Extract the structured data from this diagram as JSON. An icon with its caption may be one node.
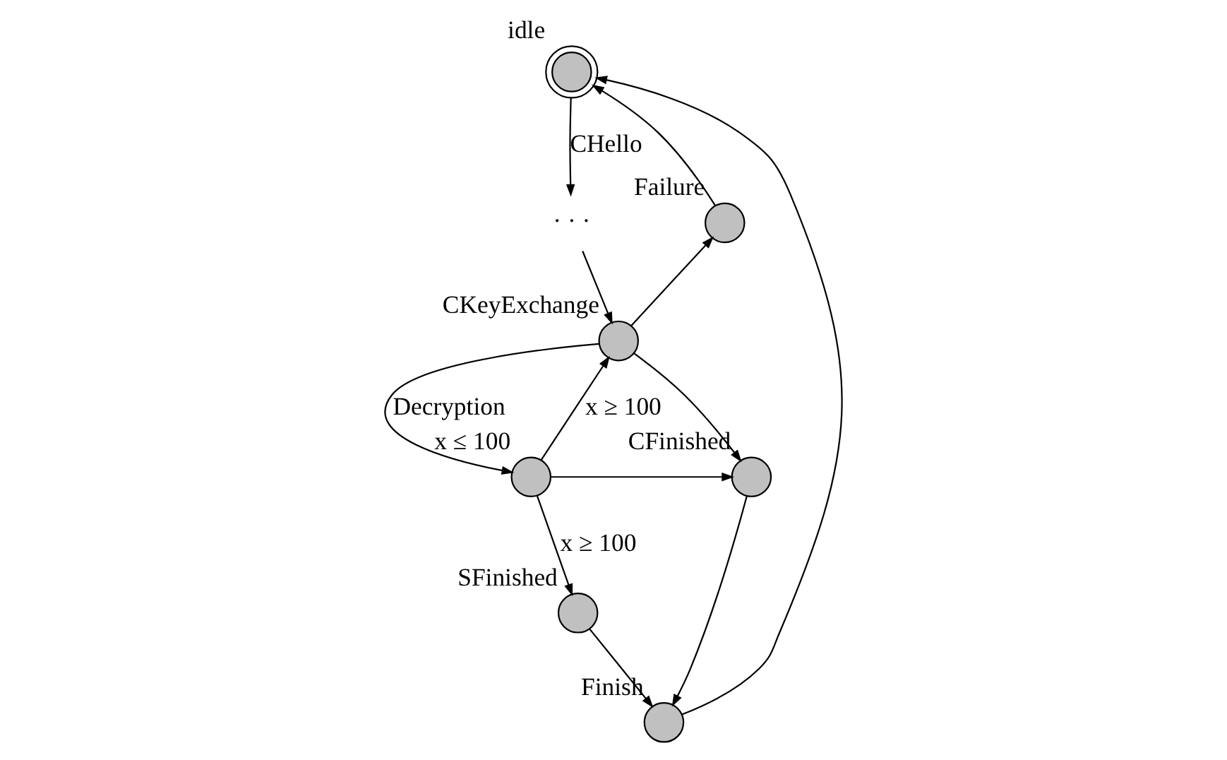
{
  "diagram": {
    "nodes": [
      {
        "text": [],
        "shape": "circle",
        "beside": [
          "idle"
        ]
      },
      {
        "text": [
          "· · ·"
        ]
      },
      {
        "text": [],
        "shape": "circle",
        "beside": [
          "Failure"
        ]
      },
      {
        "text": [],
        "shape": "circle",
        "beside": [
          "CKeyExchange"
        ]
      },
      {
        "text": [],
        "shape": "circle",
        "beside": [
          "CFinished"
        ]
      },
      {
        "text": [],
        "shape": "circle",
        "beside": [
          "x ≤ 100"
        ]
      },
      {
        "text": [],
        "shape": "circle",
        "beside": [
          "Finish"
        ]
      },
      {
        "text": [],
        "shape": "circle",
        "beside": [
          "SFinished"
        ]
      }
    ],
    "edges": [
      {
        "from": 0,
        "to": 1,
        "arrow": "to",
        "label": "CHello"
      },
      {
        "from": 1,
        "to": 3,
        "arrow": "to"
      },
      {
        "from": 3,
        "to": 2,
        "arrow": "to"
      },
      {
        "from": 2,
        "to": 0,
        "arrow": "to"
      },
      {
        "from": 3,
        "to": 5,
        "arrow": "to",
        "label": "Decryption"
      },
      {
        "from": 5,
        "to": 3,
        "arrow": "to",
        "label": "x ≥ 100"
      },
      {
        "from": 3,
        "to": 4,
        "arrow": "to"
      },
      {
        "from": 5,
        "to": 4,
        "arrow": "to"
      },
      {
        "from": 5,
        "to": 7,
        "arrow": "to",
        "label": "x ≥ 100"
      },
      {
        "from": 4,
        "to": 6,
        "arrow": "to"
      },
      {
        "from": 7,
        "to": 6,
        "arrow": "to"
      },
      {
        "from": 6,
        "to": 0,
        "arrow": "to"
      }
    ]
  }
}
